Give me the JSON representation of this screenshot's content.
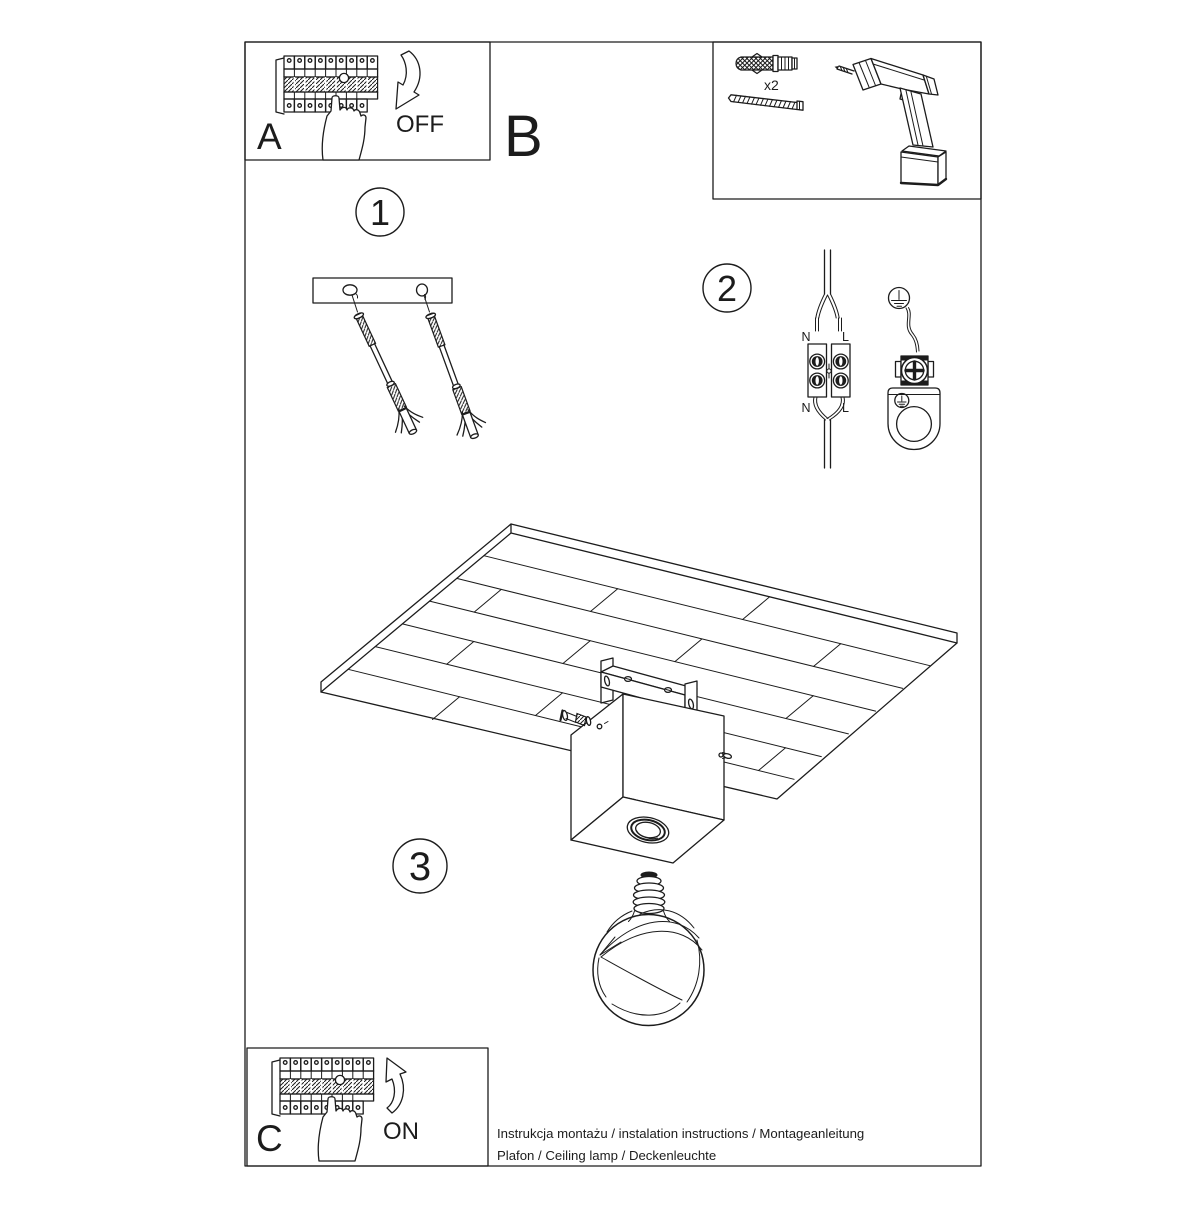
{
  "page": {
    "ink": "#1c1c1c",
    "paper": "#ffffff"
  },
  "panels": {
    "a_label": "A",
    "b_label": "B",
    "c_label": "C",
    "off_label": "OFF",
    "on_label": "ON",
    "quantity_label": "x2"
  },
  "steps": {
    "one": "1",
    "two": "2",
    "three": "3"
  },
  "wiring": {
    "n_top": "N",
    "l_top": "L",
    "n_bottom": "N",
    "l_bottom": "L"
  },
  "caption": {
    "line1": "Instrukcja montażu / instalation instructions / Montageanleitung",
    "line2": "Plafon / Ceiling lamp / Deckenleuchte"
  }
}
